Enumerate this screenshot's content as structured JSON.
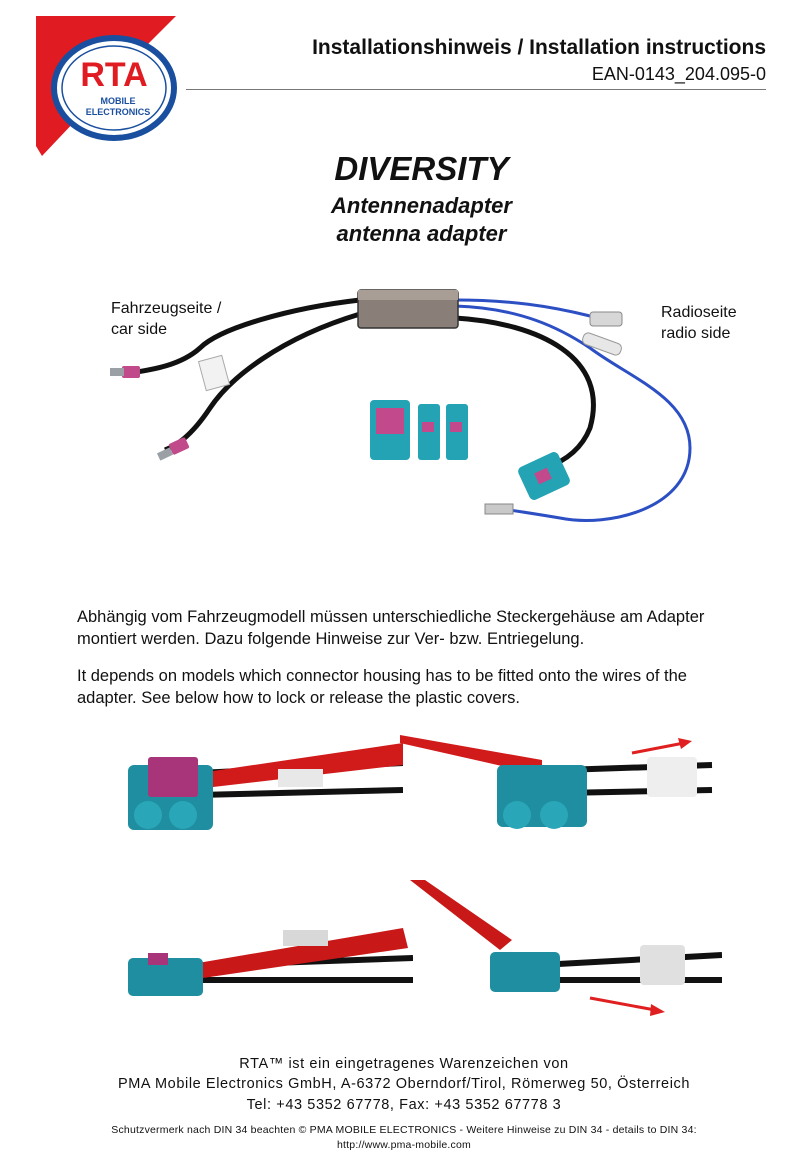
{
  "logo": {
    "brand": "RTA",
    "line1": "MOBILE",
    "line2": "ELECTRONICS",
    "colors": {
      "red": "#e11b22",
      "blue": "#1a4fa0"
    }
  },
  "header": {
    "title": "Installationshinweis / Installation instructions",
    "code": "EAN-0143_204.095-0"
  },
  "product": {
    "name": "DIVERSITY",
    "subtitle_de": "Antennenadapter",
    "subtitle_en": "antenna adapter"
  },
  "figure": {
    "car_side_line1": "Fahrzeugseite /",
    "car_side_line2": "car side",
    "radio_side_line1": "Radioseite",
    "radio_side_line2": "radio side"
  },
  "text": {
    "de_line1": "Abhängig vom Fahrzeugmodell müssen unterschiedliche Steckergehäuse am Adapter",
    "de_line2": "montiert werden. Dazu folgende Hinweise zur Ver- bzw. Entriegelung.",
    "en_line1": "It depends on models which connector housing has to be fitted onto the wires of the",
    "en_line2": "adapter. See below how to lock or release the plastic covers."
  },
  "footer": {
    "line1": "RTA™ ist ein eingetragenes Warenzeichen von",
    "line2": "PMA Mobile Electronics GmbH, A-6372 Oberndorf/Tirol, Römerweg 50, Österreich",
    "line3": "Tel: +43 5352 67778, Fax: +43 5352 67778 3",
    "small1": "Schutzvermerk nach DIN 34 beachten © PMA MOBILE ELECTRONICS - Weitere Hinweise zu DIN 34 - details to DIN 34:",
    "small2": "http://www.pma-mobile.com"
  }
}
